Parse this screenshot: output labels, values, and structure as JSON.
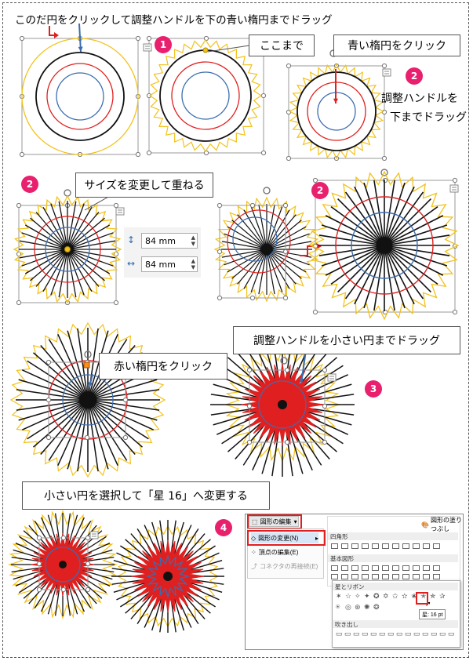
{
  "captions": {
    "step1_top": "このだ円をクリックして調整ハンドルを下の青い楕円までドラッグ",
    "koko_made": "ここまで",
    "blue_click": "青い楕円をクリック",
    "drag_down_1": "調整ハンドルを",
    "drag_down_2": "下までドラッグ",
    "resize_overlap": "サイズを変更して重ねる",
    "red_click": "赤い楕円をクリック",
    "drag_small": "調整ハンドルを小さい円までドラッグ",
    "select_small": "小さい円を選択して「星 16」へ変更する"
  },
  "badges": {
    "b1": "1",
    "b2a": "2",
    "b2b": "2",
    "b2c": "2",
    "b3": "3",
    "b4": "4"
  },
  "size_panel": {
    "height": "84 mm",
    "width": "84 mm"
  },
  "ui": {
    "edit_shape": "図形の編集",
    "change_shape": "図形の変更(N)",
    "edit_points": "頂点の編集(E)",
    "reroute": "コネクタの再接続(E)",
    "shape_fill": "図形の塗りつぶし",
    "sec_rect": "四角形",
    "sec_basic": "基本図形",
    "sec_star": "星とリボン",
    "sec_callout": "吹き出し",
    "tooltip": "星: 16 pt"
  },
  "colors": {
    "yellow": "#f2c21b",
    "red": "#e02020",
    "blue": "#3c6db0",
    "black": "#111111",
    "badge": "#e8206e"
  },
  "icons": [
    "rotate-handle-icon",
    "layout-options-icon",
    "shape-edit-icon",
    "height-icon",
    "width-icon",
    "star-16-icon",
    "cursor-icon"
  ]
}
